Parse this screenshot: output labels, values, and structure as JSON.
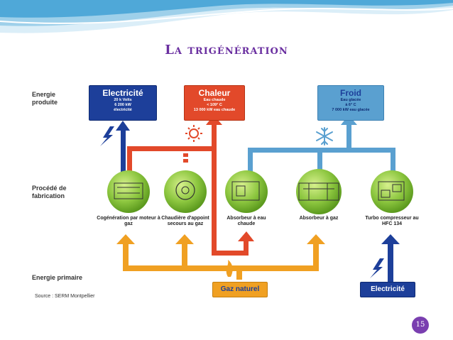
{
  "slide": {
    "title": "La trigénération",
    "page_number": "15"
  },
  "rows": {
    "produced": "Energie produite",
    "process": "Procédé de fabrication",
    "primary": "Energie primaire"
  },
  "outputs": {
    "electricity": {
      "title": "Electricité",
      "lines": [
        "20 k Volts",
        "6 200 kW",
        "électricité"
      ]
    },
    "heat": {
      "title": "Chaleur",
      "lines": [
        "Eau chaude",
        "< 109° C",
        "13 000 kW eau chaude"
      ]
    },
    "cold": {
      "title": "Froid",
      "lines": [
        "Eau glacée",
        "à 6° C",
        "7 000 kW eau glacée"
      ]
    }
  },
  "processes": [
    "Cogénération par moteur à gaz",
    "Chaudière d'appoint secours au gaz",
    "Absorbeur à eau chaude",
    "Absorbeur à gaz",
    "Turbo compresseur au HFC 134"
  ],
  "primary": {
    "gas": "Gaz naturel",
    "electricity": "Electricité"
  },
  "source": "Source : SERM Montpellier",
  "colors": {
    "dark_blue": "#1d3f9a",
    "red": "#e2492a",
    "light_blue": "#5aa0d0",
    "orange": "#f0a022",
    "green": "#8cc63f",
    "title": "#6a2fa0"
  }
}
